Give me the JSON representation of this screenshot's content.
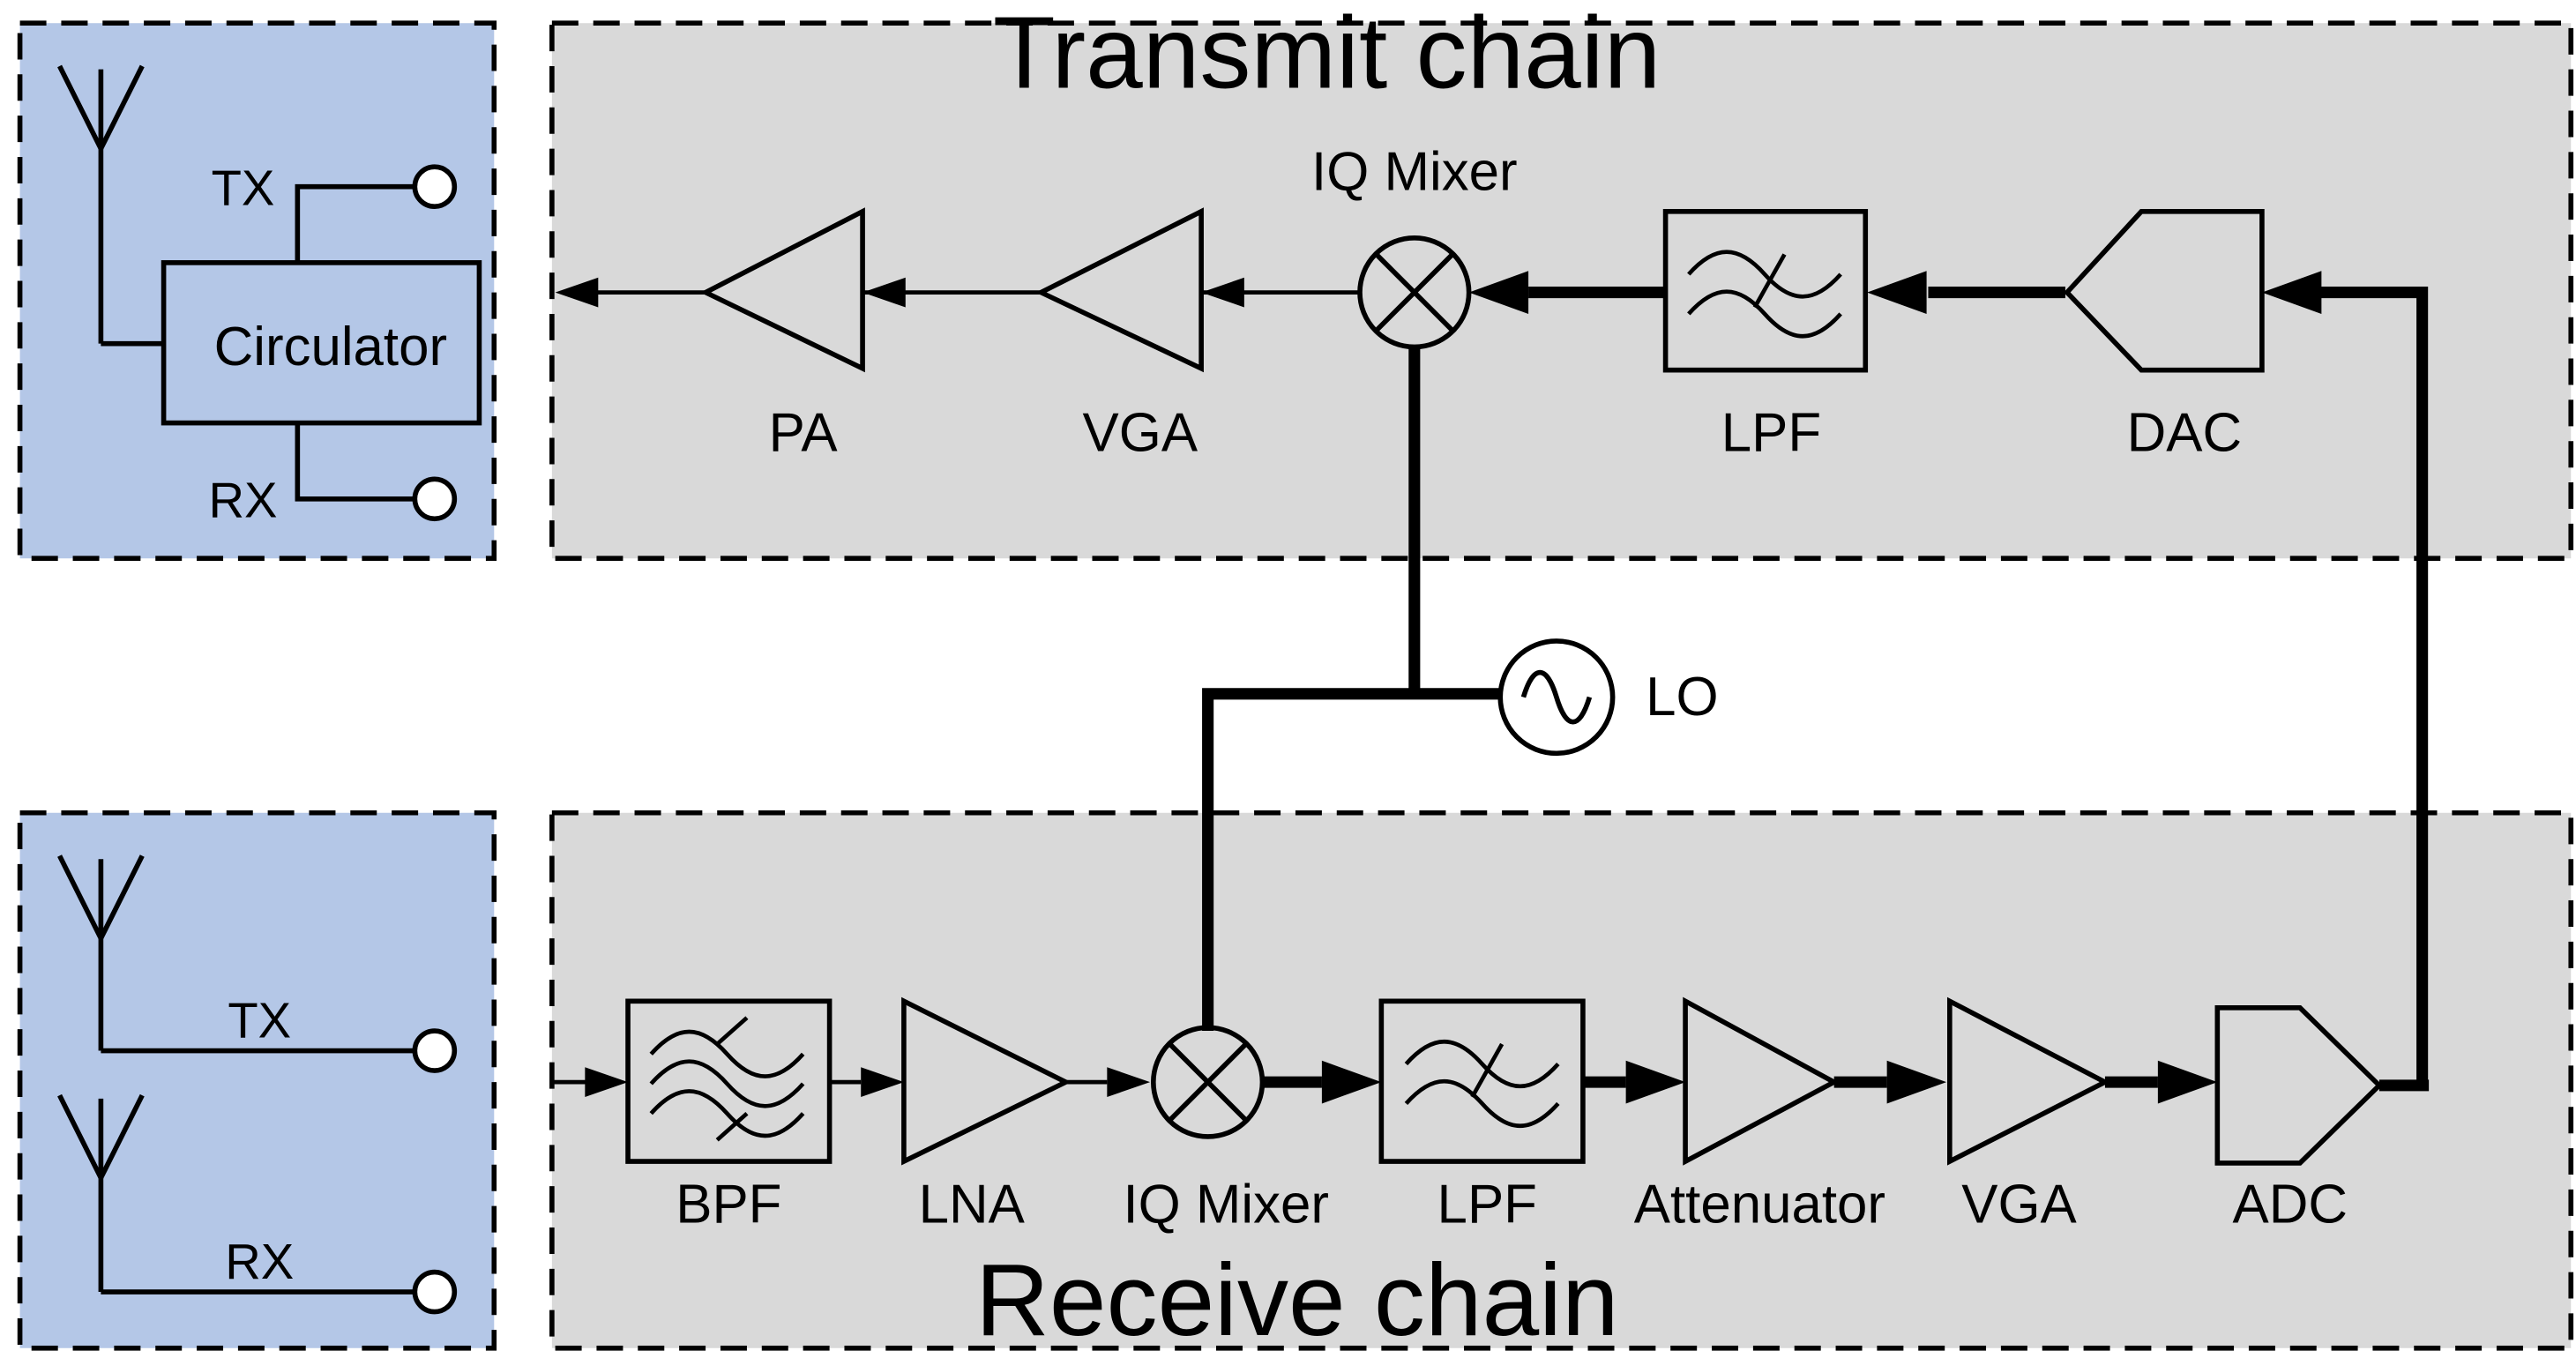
{
  "colors": {
    "antenna_panel": "#b4c7e7",
    "chain_panel": "#d9d9d9",
    "stroke": "#000000",
    "background": "#ffffff"
  },
  "transmit_chain": {
    "title": "Transmit chain",
    "pa_label": "PA",
    "vga_label": "VGA",
    "mixer_label": "IQ Mixer",
    "lpf_label": "LPF",
    "dac_label": "DAC"
  },
  "receive_chain": {
    "title": "Receive chain",
    "bpf_label": "BPF",
    "lna_label": "LNA",
    "mixer_label": "IQ Mixer",
    "lpf_label": "LPF",
    "attenuator_label": "Attenuator",
    "vga_label": "VGA",
    "adc_label": "ADC"
  },
  "local_oscillator": {
    "label": "LO"
  },
  "circulator_panel": {
    "circulator_label": "Circulator",
    "tx_label": "TX",
    "rx_label": "RX"
  },
  "dual_antenna_panel": {
    "tx_label": "TX",
    "rx_label": "RX"
  }
}
